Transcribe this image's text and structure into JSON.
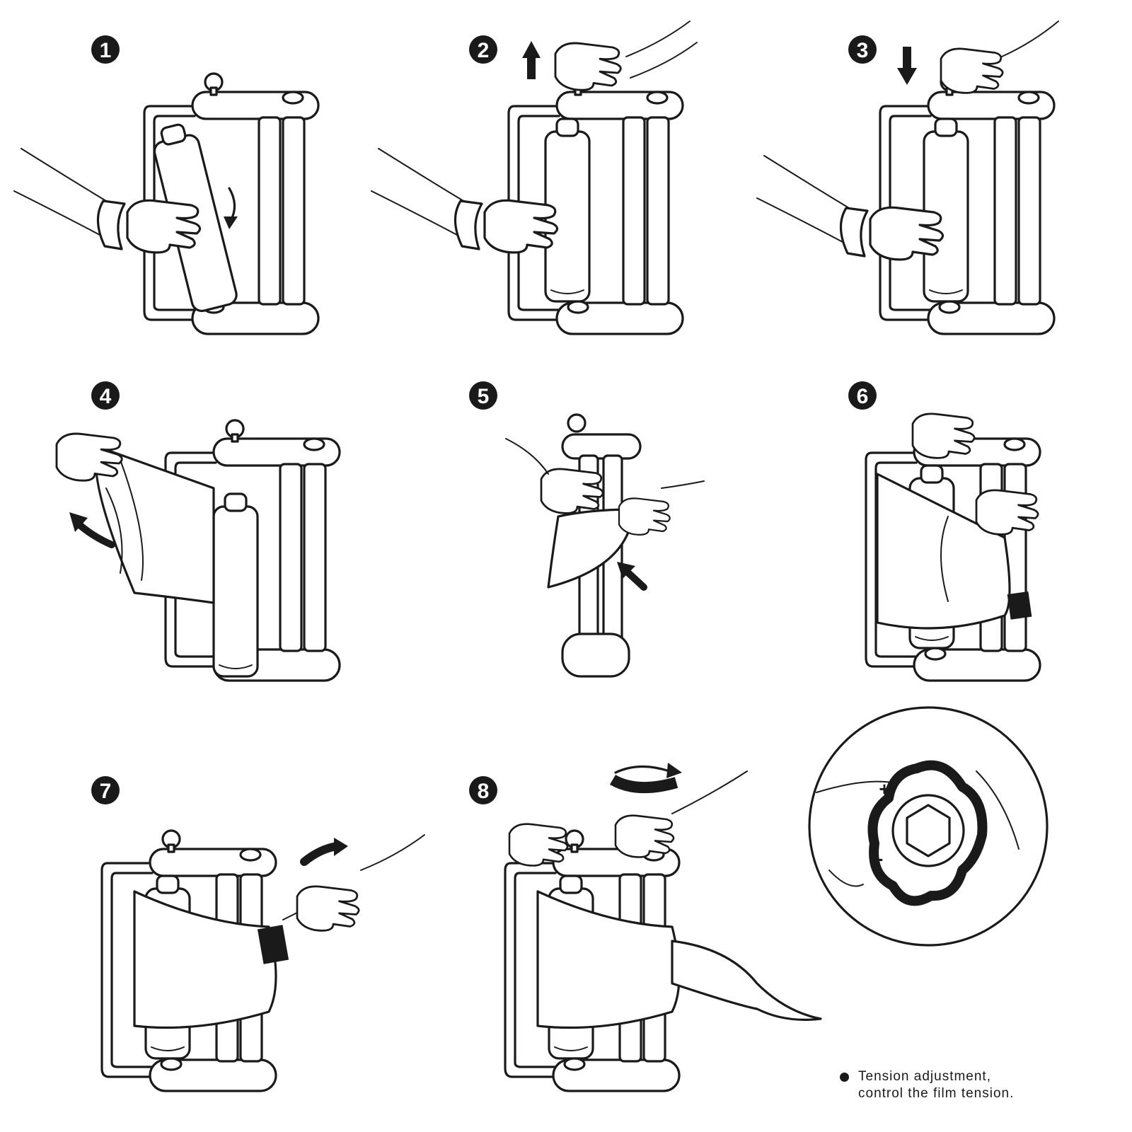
{
  "steps": [
    {
      "number": "1"
    },
    {
      "number": "2"
    },
    {
      "number": "3"
    },
    {
      "number": "4"
    },
    {
      "number": "5"
    },
    {
      "number": "6"
    },
    {
      "number": "7"
    },
    {
      "number": "8"
    }
  ],
  "detail": {
    "plus_label": "+",
    "minus_label": "-",
    "caption_line1": "Tension adjustment,",
    "caption_line2": "control the film tension."
  },
  "colors": {
    "ink": "#1a1a1a",
    "paper": "#ffffff"
  }
}
